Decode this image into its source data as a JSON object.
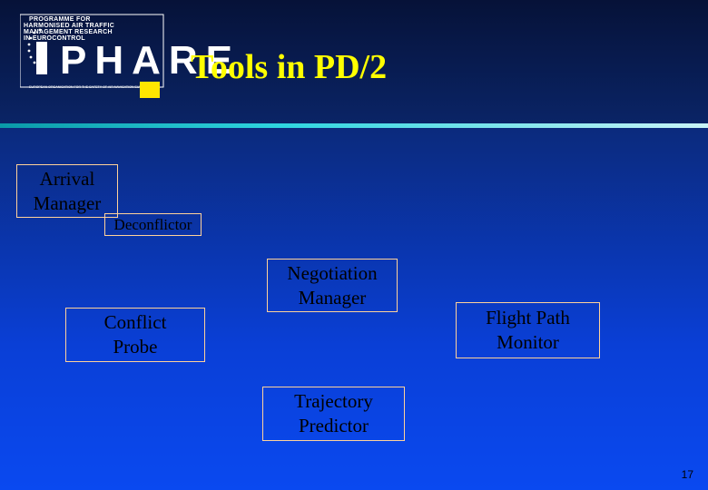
{
  "logo": {
    "line1": "PROGRAMME FOR",
    "line2": "HARMONISED AIR TRAFFIC",
    "line3": "MANAGEMENT RESEARCH",
    "line4": "IN EUROCONTROL",
    "wordmark": "PHARE",
    "tagline": "EUROPEAN ORGANISATION FOR THE SAFETY OF AIR NAVIGATION EUROCONTROL"
  },
  "slide": {
    "title": "Tools in PD/2",
    "page_number": "17"
  },
  "tools": {
    "arrival_manager": "Arrival\nManager",
    "deconflictor": "Deconflictor",
    "negotiation_manager": "Negotiation\nManager",
    "conflict_probe": "Conflict\nProbe",
    "flight_path_monitor": "Flight Path\nMonitor",
    "trajectory_predictor": "Trajectory\nPredictor"
  },
  "colors": {
    "title": "#ffff00",
    "box_border": "#ffd29a",
    "accent": "#ffe600"
  }
}
